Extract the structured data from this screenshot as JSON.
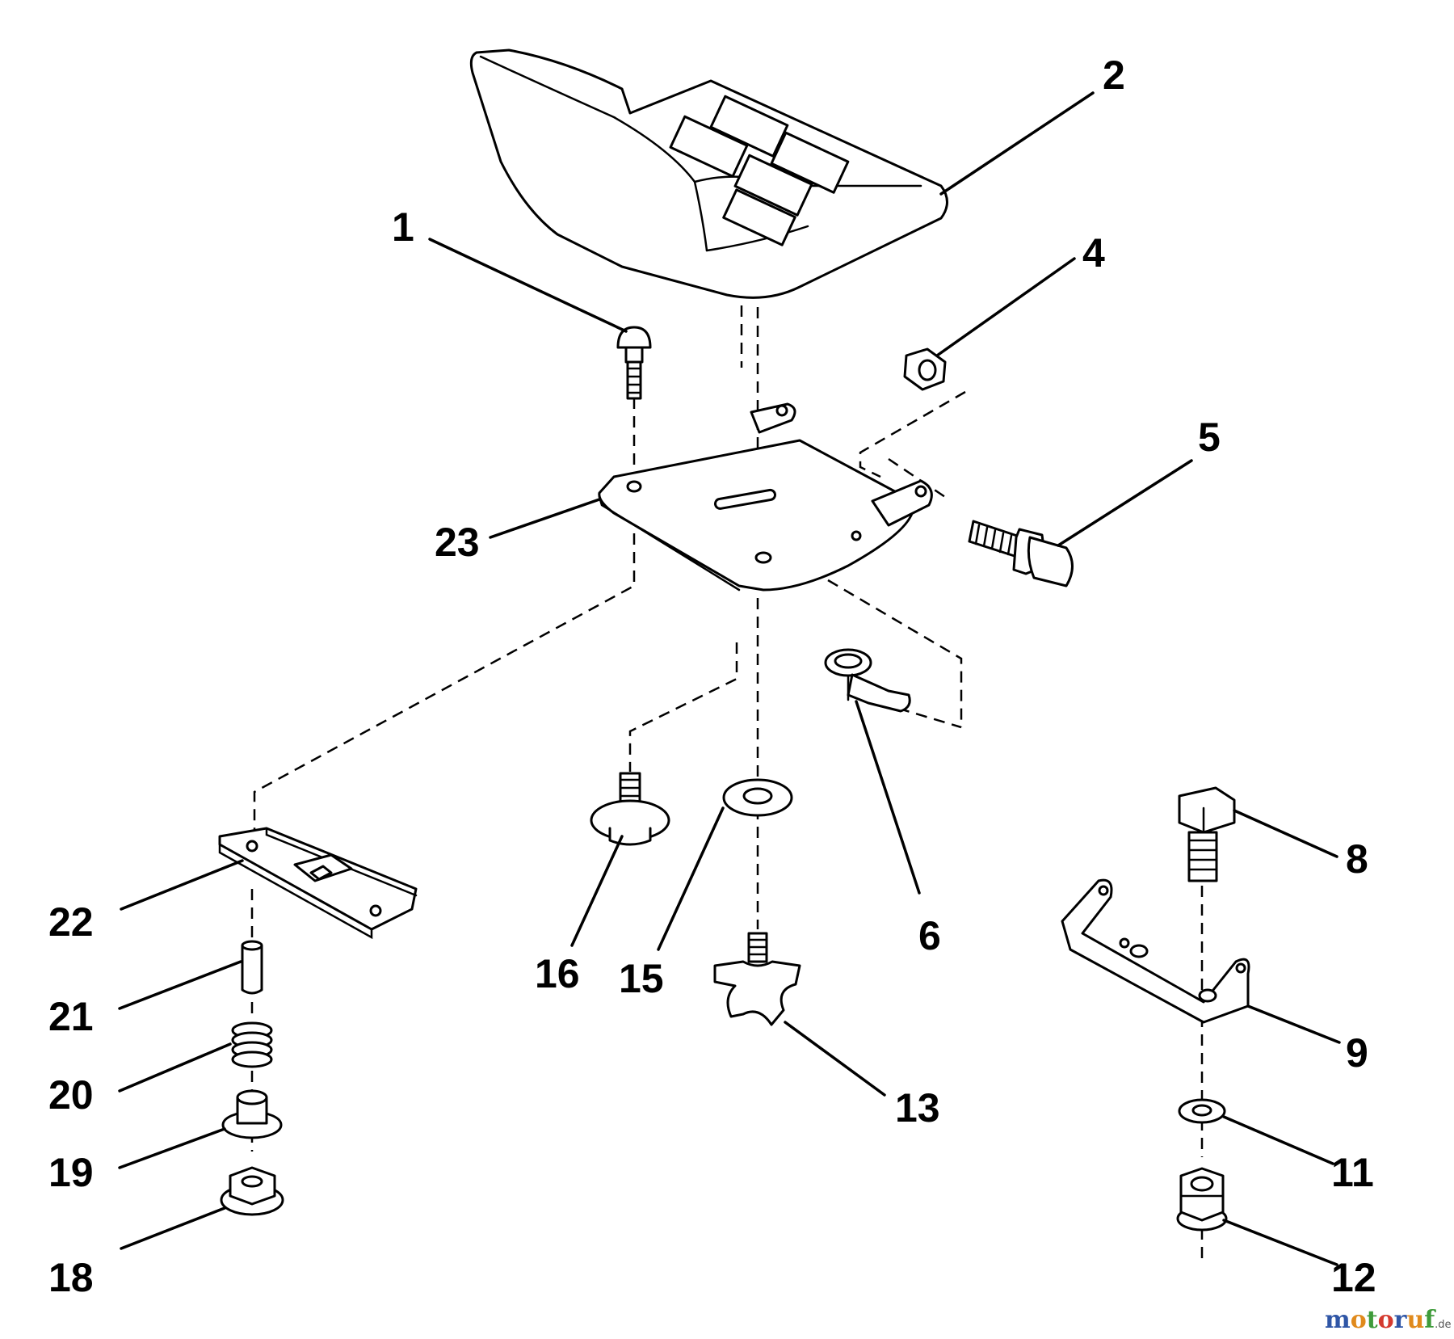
{
  "callouts": {
    "c1": "1",
    "c2": "2",
    "c4": "4",
    "c5": "5",
    "c6": "6",
    "c8": "8",
    "c9": "9",
    "c11": "11",
    "c12": "12",
    "c13": "13",
    "c15": "15",
    "c16": "16",
    "c18": "18",
    "c19": "19",
    "c20": "20",
    "c21": "21",
    "c22": "22",
    "c23": "23"
  },
  "watermark": {
    "parts": [
      "m",
      "o",
      "t",
      "o",
      "r",
      "u",
      "f"
    ],
    "colors": [
      "#2f56a6",
      "#e08a1c",
      "#3e9b3a",
      "#d43a2f",
      "#2f56a6",
      "#e08a1c",
      "#3e9b3a"
    ],
    "suffix": ".de"
  }
}
